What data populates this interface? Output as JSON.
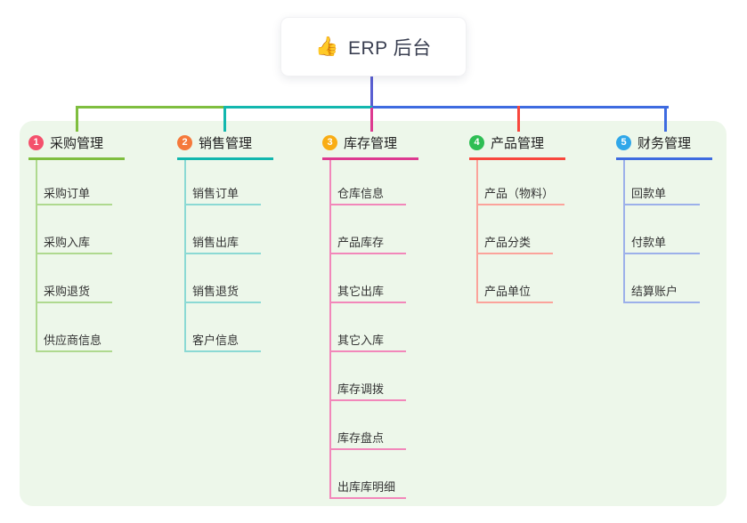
{
  "root": {
    "emoji": "👍",
    "emoji_name": "thumbs-up",
    "label": "ERP 后台"
  },
  "colors": {
    "stem": "#5A5FD2",
    "panel_bg": "#EDF7EA"
  },
  "branches": [
    {
      "num": "1",
      "label": "采购管理",
      "badge_color": "#F4516C",
      "line_color": "#7FBE3F",
      "child_line_color": "#AFD98F",
      "children": [
        "采购订单",
        "采购入库",
        "采购退货",
        "供应商信息"
      ]
    },
    {
      "num": "2",
      "label": "销售管理",
      "badge_color": "#F5793B",
      "line_color": "#12B7AE",
      "child_line_color": "#8BD9D4",
      "children": [
        "销售订单",
        "销售出库",
        "销售退货",
        "客户信息"
      ]
    },
    {
      "num": "3",
      "label": "库存管理",
      "badge_color": "#F9AD14",
      "line_color": "#DD3A90",
      "child_line_color": "#F287BA",
      "children": [
        "仓库信息",
        "产品库存",
        "其它出库",
        "其它入库",
        "库存调拨",
        "库存盘点",
        "出库库明细"
      ]
    },
    {
      "num": "4",
      "label": "产品管理",
      "badge_color": "#2EBE54",
      "line_color": "#F8473D",
      "child_line_color": "#FBA39B",
      "children": [
        "产品（物料）",
        "产品分类",
        "产品单位"
      ]
    },
    {
      "num": "5",
      "label": "财务管理",
      "badge_color": "#2FA7E9",
      "line_color": "#3E6BE0",
      "child_line_color": "#9CB0EA",
      "children": [
        "回款单",
        "付款单",
        "结算账户"
      ]
    }
  ]
}
